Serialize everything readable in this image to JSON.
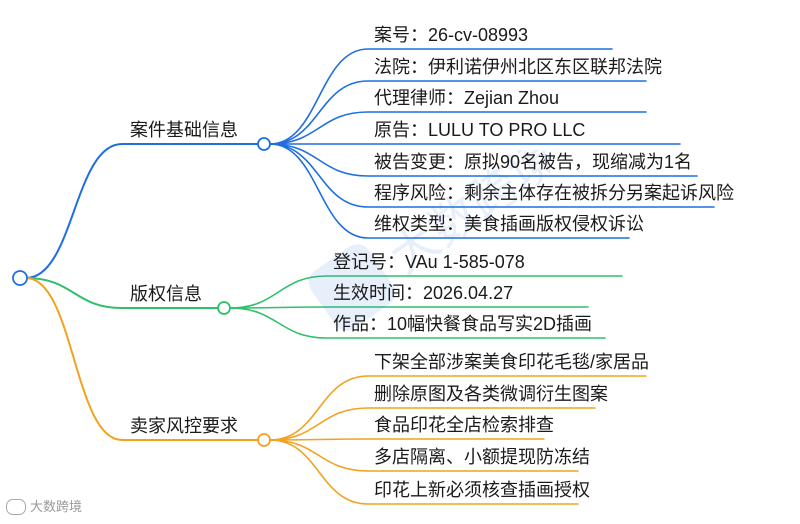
{
  "colors": {
    "blue": "#1f6fe0",
    "green": "#2fc06a",
    "orange": "#f2a21e",
    "root": "#1f6fe0"
  },
  "root": {
    "label": ""
  },
  "branches": [
    {
      "label": "案件基础信息",
      "color": "blue",
      "leaves": [
        "案号：26-cv-08993",
        "法院：伊利诺伊州北区东区联邦法院",
        "代理律师：Zejian Zhou",
        "原告：LULU TO PRO LLC",
        "被告变更：原拟90名被告，现缩减为1名",
        "程序风险：剩余主体存在被拆分另案起诉风险",
        "维权类型：美食插画版权侵权诉讼"
      ]
    },
    {
      "label": "版权信息",
      "color": "green",
      "leaves": [
        "登记号：VAu 1-585-078",
        "生效时间：2026.04.27",
        "作品：10幅快餐食品写实2D插画"
      ]
    },
    {
      "label": "卖家风控要求",
      "color": "orange",
      "leaves": [
        "下架全部涉案美食印花毛毯/家居品",
        "删除原图及各类微调衍生图案",
        "食品印花全店检索排查",
        "多店隔离、小额提现防冻结",
        "印花上新必须核查插画授权"
      ]
    }
  ],
  "footer": {
    "brand": "大数跨境"
  },
  "watermark": {
    "text": "大数跨境"
  }
}
